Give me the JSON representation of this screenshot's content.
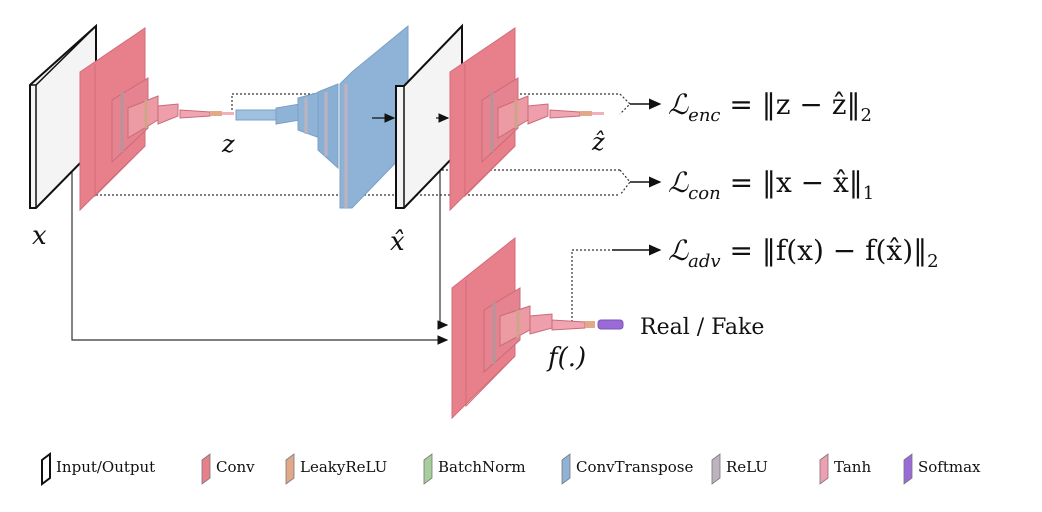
{
  "diagram": {
    "labels": {
      "x": "x",
      "z": "z",
      "x_hat": "x̂",
      "z_hat": "ẑ",
      "f": "f(.)",
      "real_fake": "Real / Fake"
    },
    "losses": {
      "enc": {
        "symbol": "ℒ",
        "subscript": "enc",
        "rhs": " = ‖z − ẑ‖",
        "norm_sub": "2"
      },
      "con": {
        "symbol": "ℒ",
        "subscript": "con",
        "rhs": " = ‖x − x̂‖",
        "norm_sub": "1"
      },
      "adv": {
        "symbol": "ℒ",
        "subscript": "adv",
        "rhs": " = ‖f(x) − f(x̂)‖",
        "norm_sub": "2"
      }
    },
    "legend": [
      {
        "label": "Input/Output",
        "color": "#ffffff"
      },
      {
        "label": "Conv",
        "color": "#e8808c"
      },
      {
        "label": "LeakyReLU",
        "color": "#e2a88a"
      },
      {
        "label": "BatchNorm",
        "color": "#a6cf9c"
      },
      {
        "label": "ConvTranspose",
        "color": "#8fb3d6"
      },
      {
        "label": "ReLU",
        "color": "#bdb3be"
      },
      {
        "label": "Tanh",
        "color": "#ee9fb2"
      },
      {
        "label": "Softmax",
        "color": "#9a6ad6"
      }
    ]
  }
}
